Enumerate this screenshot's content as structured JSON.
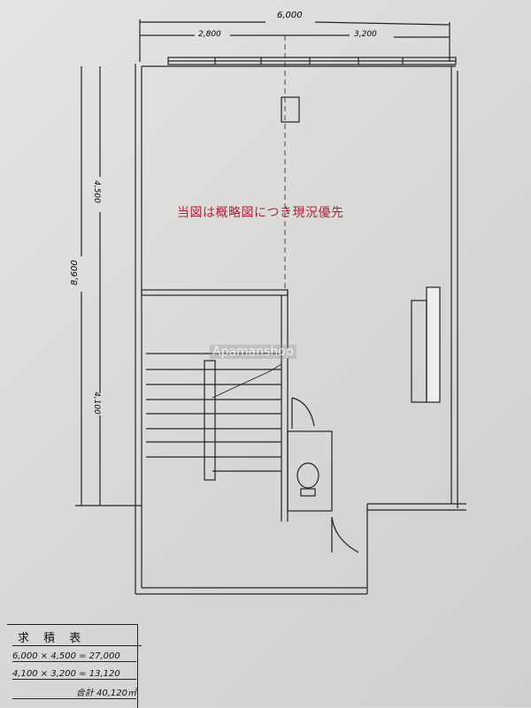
{
  "dimensions": {
    "total_width": "6,000",
    "left_width": "2,800",
    "right_width": "3,200",
    "total_depth": "8,600",
    "upper_depth": "4,500",
    "lower_depth": "4,100"
  },
  "note": "当図は概略図につき現況優先",
  "watermark": "Apamanshop",
  "area_table": {
    "title": "求 積 表",
    "rows": [
      "6,000 × 4,500 = 27,000",
      "4,100 × 3,200 = 13,120"
    ],
    "total": "合計 40,120㎡"
  }
}
